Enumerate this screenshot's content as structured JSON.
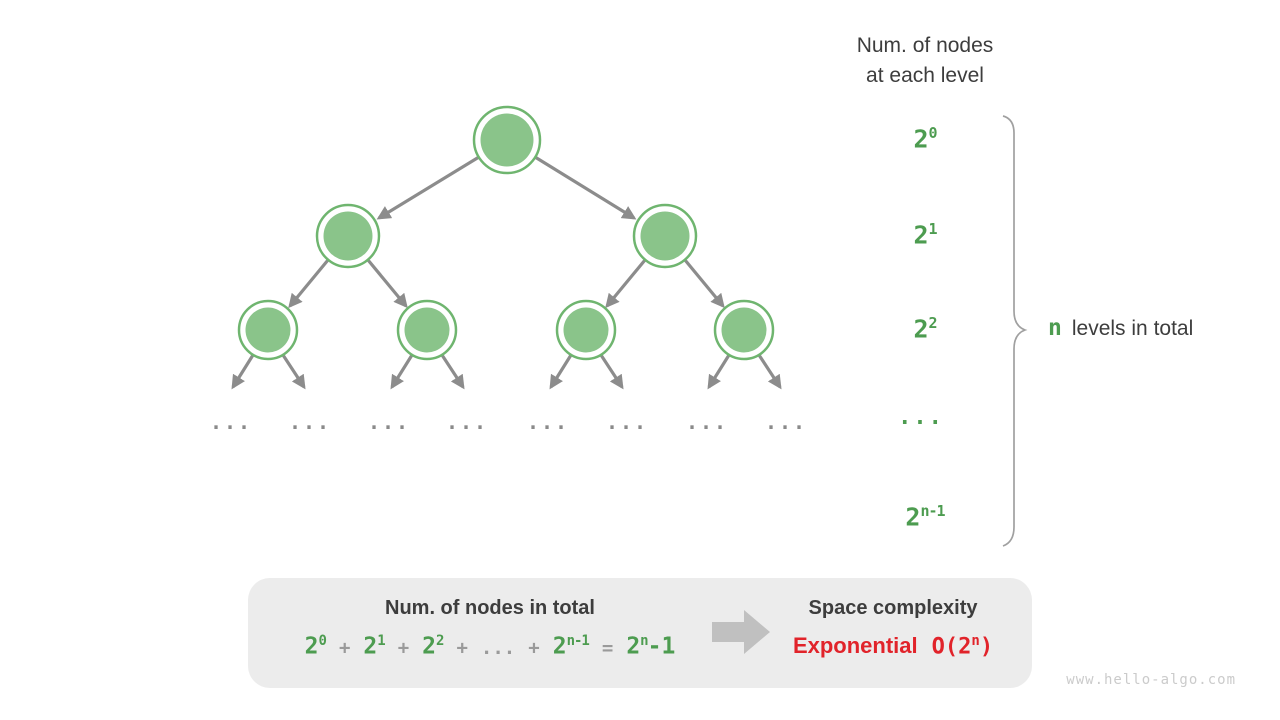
{
  "right_column": {
    "heading_line1": "Num. of nodes",
    "heading_line2": "at each level",
    "levels": [
      {
        "base": "2",
        "sup": "0"
      },
      {
        "base": "2",
        "sup": "1"
      },
      {
        "base": "2",
        "sup": "2"
      },
      {
        "dots": "..."
      },
      {
        "base": "2",
        "sup": "n-1"
      }
    ],
    "brace_label": {
      "n": "n",
      "text": "levels in total"
    }
  },
  "tree": {
    "ellipsis": "...",
    "levels_shown": 3,
    "node_counts_shown": [
      1,
      2,
      4
    ]
  },
  "summary": {
    "left_title": "Num. of nodes in total",
    "formula": {
      "t1": {
        "base": "2",
        "sup": "0"
      },
      "plus": "+",
      "t2": {
        "base": "2",
        "sup": "1"
      },
      "t3": {
        "base": "2",
        "sup": "2"
      },
      "dots": "...",
      "t4": {
        "base": "2",
        "sup": "n-1"
      },
      "equals": "=",
      "result": {
        "base": "2",
        "sup": "n",
        "tail": "-1"
      }
    },
    "right_title": "Space complexity",
    "complexity": {
      "word": "Exponential",
      "o_open": "O(",
      "base": "2",
      "sup": "n",
      "close": ")"
    }
  },
  "watermark": "www.hello-algo.com",
  "colors": {
    "node_fill": "#8ac48a",
    "node_ring": "#6fb56f",
    "edge_gray": "#8c8c8c",
    "text_dark": "#3d3d3d",
    "accent_green": "#4d9c50",
    "accent_red": "#e1232a",
    "box_bg": "#ececec",
    "block_arrow": "#c0c0c0",
    "brace_gray": "#a0a0a0",
    "watermark_gray": "#cbcbcb"
  }
}
